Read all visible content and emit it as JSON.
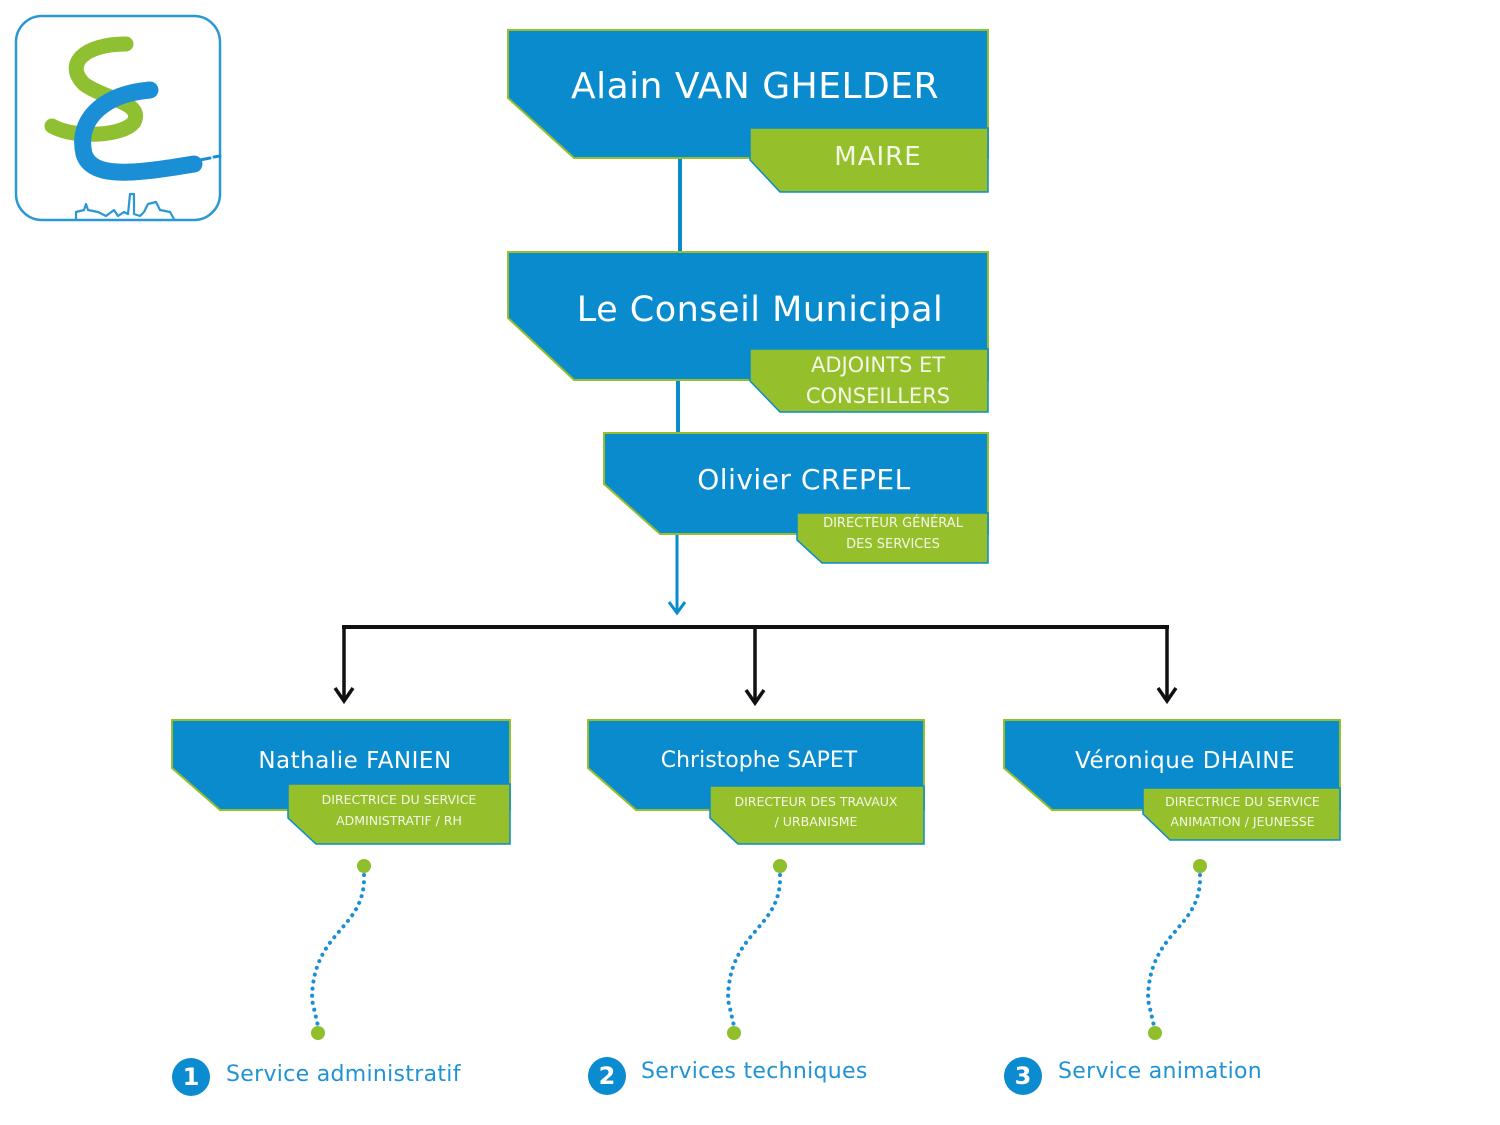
{
  "colors": {
    "blue": "#0a8bcd",
    "green": "#95bf2b",
    "arrow_black": "#111111",
    "service_text": "#1f93d5",
    "dot_blue": "#1b8fd6",
    "dot_green": "#8fbf2a"
  },
  "logo": {
    "icon": "sc-city-logo",
    "letters": "SC"
  },
  "nodes": {
    "maire": {
      "name": "Alain VAN GHELDER",
      "role": "MAIRE"
    },
    "conseil": {
      "name": "Le Conseil Municipal",
      "role_line1": "ADJOINTS ET",
      "role_line2": "CONSEILLERS"
    },
    "dgs": {
      "name": "Olivier CREPEL",
      "role_line1": "DIRECTEUR GÉNÉRAL",
      "role_line2": "DES SERVICES"
    },
    "directors": [
      {
        "name": "Nathalie FANIEN",
        "role_line1": "DIRECTRICE DU SERVICE",
        "role_line2": "ADMINISTRATIF / RH"
      },
      {
        "name": "Christophe SAPET",
        "role_line1": "DIRECTEUR DES TRAVAUX",
        "role_line2": "/ URBANISME"
      },
      {
        "name": "Véronique DHAINE",
        "role_line1": "DIRECTRICE DU SERVICE",
        "role_line2": "ANIMATION / JEUNESSE"
      }
    ]
  },
  "services": [
    {
      "number": "1",
      "label": "Service administratif"
    },
    {
      "number": "2",
      "label": "Services techniques"
    },
    {
      "number": "3",
      "label": "Service animation"
    }
  ]
}
